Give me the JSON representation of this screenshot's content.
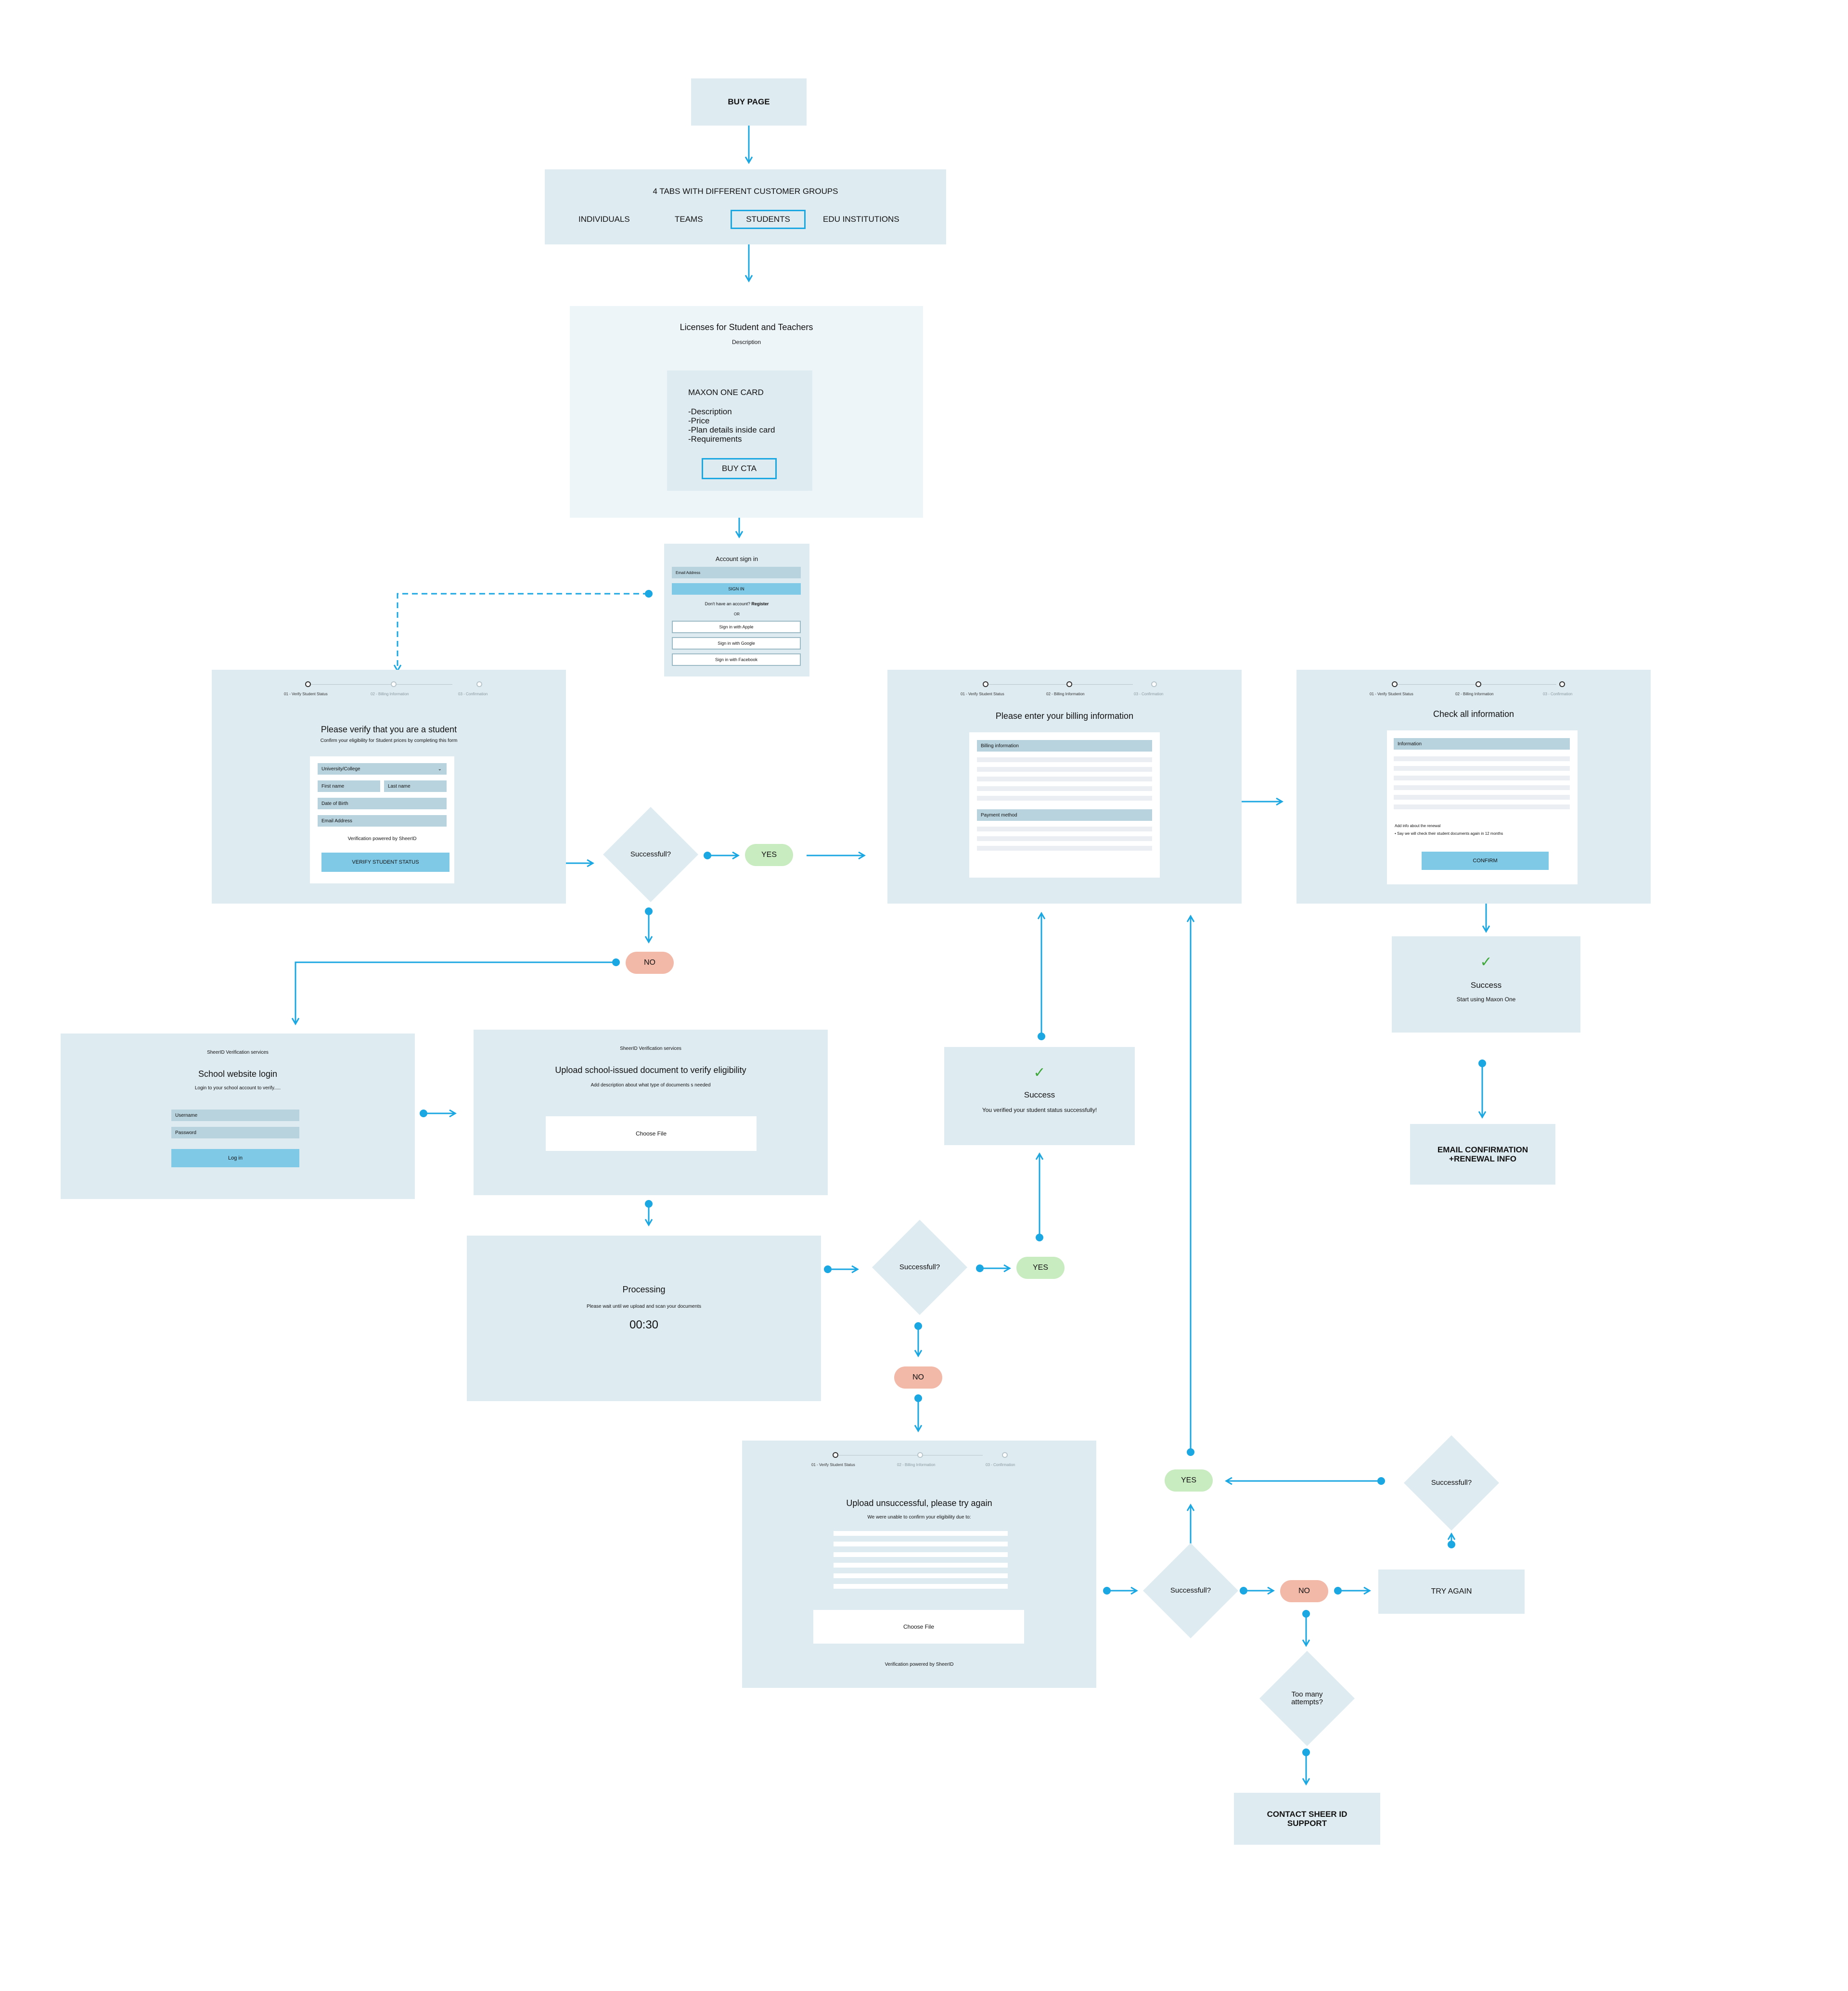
{
  "buy_page": {
    "title": "BUY PAGE"
  },
  "tabs": {
    "title": "4 TABS WITH DIFFERENT CUSTOMER GROUPS",
    "items": [
      "INDIVIDUALS",
      "TEAMS",
      "STUDENTS",
      "EDU INSTITUTIONS"
    ]
  },
  "licenses": {
    "title": "Licenses for Student and Teachers",
    "subtitle": "Description",
    "card_title": "MAXON ONE CARD",
    "card_lines": [
      "-Description",
      "-Price",
      "-Plan details inside card",
      "-Requirements"
    ],
    "cta": "BUY CTA"
  },
  "signin": {
    "title": "Account sign in",
    "email_field": "Email Address",
    "signin_button": "SIGN IN",
    "no_account": "Don't have an account?",
    "register": "Register",
    "or": "OR",
    "apple": "Sign in with Apple",
    "google": "Sign in with Google",
    "facebook": "Sign in with Facebook"
  },
  "steps": {
    "s1": "01 - Verify Student Status",
    "s2": "02 - Billing Information",
    "s3": "03 - Confirmation"
  },
  "verify": {
    "title": "Please verify that you are a student",
    "subtitle": "Confirm your eligibility for Student prices by completing this form",
    "university": "University/College",
    "first_name": "First name",
    "last_name": "Last name",
    "dob": "Date of Birth",
    "email": "Email Address",
    "powered": "Verification powered by SheerID",
    "button": "VERIFY STUDENT STATUS"
  },
  "decision": {
    "label": "Successfull?",
    "yes": "YES",
    "no": "NO"
  },
  "billing": {
    "title": "Please enter your billing information",
    "billing_header": "Billing information",
    "payment_header": "Payment method"
  },
  "check": {
    "title": "Check all information",
    "info_header": "Information",
    "renewal_note": "Add info about the renewal",
    "renewal_bullet": "• Say we will check their student documents again in 12 months",
    "confirm": "CONFIRM"
  },
  "success_final": {
    "title": "Success",
    "subtitle": "Start using Maxon One"
  },
  "email_confirmation": {
    "line1": "EMAIL CONFIRMATION",
    "line2": "+RENEWAL INFO"
  },
  "school_login": {
    "service": "SheerID Verification services",
    "title": "School website login",
    "subtitle": "Login to your school account to verify.....",
    "username": "Username",
    "password": "Password",
    "button": "Log in"
  },
  "upload": {
    "service": "SheerID Verification services",
    "title": "Upload school-issued document to verify eligibility",
    "subtitle": "Add description about what type of documents s needed",
    "button": "Choose File"
  },
  "verified_success": {
    "title": "Success",
    "subtitle": "You verified your student status successfully!"
  },
  "processing": {
    "title": "Processing",
    "subtitle": "Please wait until we upload and scan your documents",
    "timer": "00:30"
  },
  "unsuccessful": {
    "title": "Upload unsuccessful, please try again",
    "subtitle": "We were unable to confirm your eligibility due to:",
    "button": "Choose File",
    "powered": "Verification powered by SheerID"
  },
  "retry": {
    "try_again": "TRY AGAIN",
    "too_many": "Too many attempts?",
    "contact": "CONTACT SHEER ID SUPPORT"
  },
  "colors": {
    "connector": "#1ba7e2",
    "panel": "#deebf1",
    "yes": "#c8ebc0",
    "no": "#f2b9a9",
    "button": "#7fc9e6"
  }
}
